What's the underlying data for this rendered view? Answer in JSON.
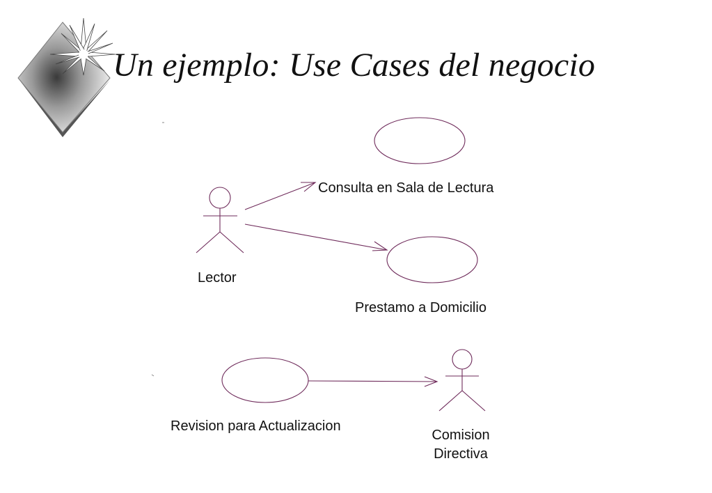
{
  "slide": {
    "title": "Un ejemplo: Use Cases del negocio"
  },
  "actors": {
    "lector": "Lector",
    "comision_line1": "Comision",
    "comision_line2": "Directiva"
  },
  "use_cases": {
    "consulta": "Consulta en Sala de Lectura",
    "prestamo": "Prestamo a Domicilio",
    "revision": "Revision para Actualizacion"
  },
  "colors": {
    "line": "#6e2a5a",
    "text": "#111111"
  },
  "icons": {
    "logo": "diamond-starburst-icon"
  }
}
